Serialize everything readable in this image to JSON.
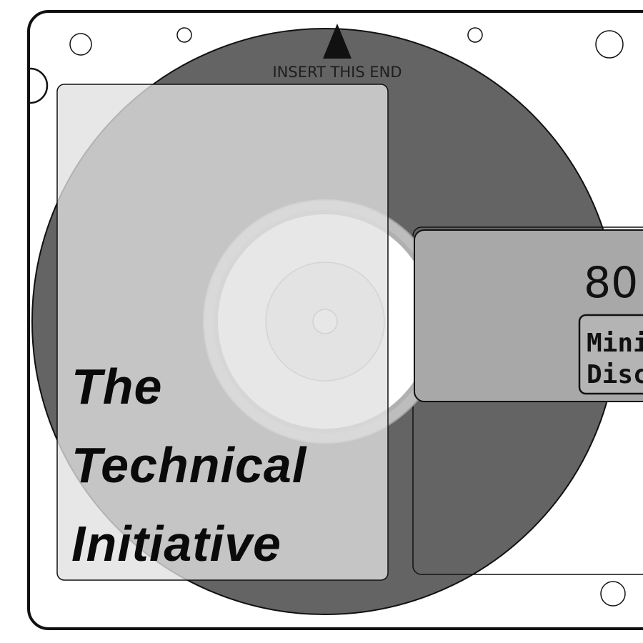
{
  "insert_label": "INSERT THIS END",
  "shutter": {
    "capacity": "80",
    "logo_line1": "Mini",
    "logo_line2": "Disc"
  },
  "label": {
    "line1": "The",
    "line2": "Technical",
    "line3": "Initiative"
  },
  "colors": {
    "disc": "#646464",
    "label_panel": "#d4d4d4",
    "shutter": "#a8a8a8",
    "hub_ring": "#b0b0b0",
    "hub_center": "#ececec",
    "outline": "#111111"
  }
}
